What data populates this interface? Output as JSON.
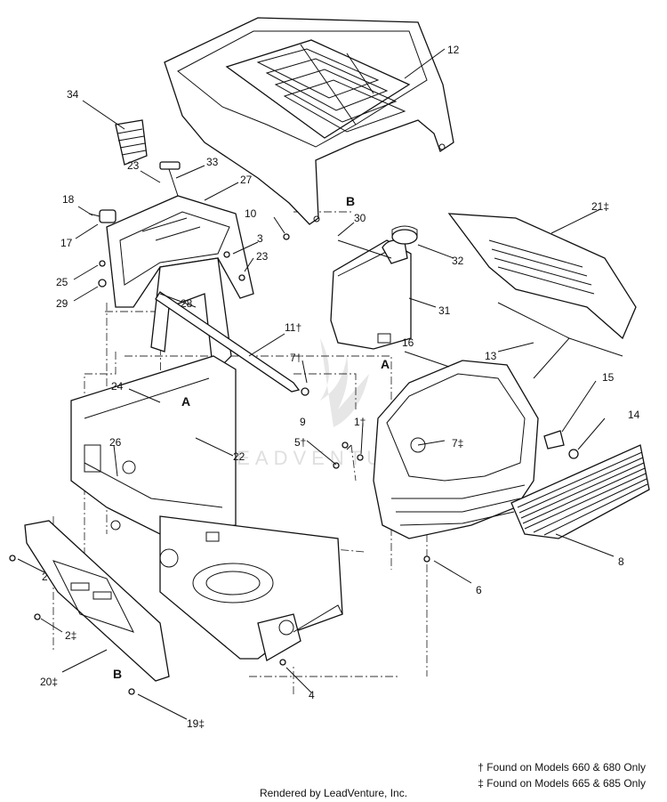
{
  "diagram": {
    "part_labels": {
      "p1": "1†",
      "p2a": "2",
      "p2b": "2‡",
      "p3": "3",
      "p4": "4",
      "p5": "5†",
      "p6": "6",
      "p7a": "7†",
      "p7b": "7‡",
      "p8": "8",
      "p9": "9",
      "p10": "10",
      "p11": "11†",
      "p12": "12",
      "p13": "13",
      "p14": "14",
      "p15": "15",
      "p16": "16",
      "p17": "17",
      "p18": "18",
      "p19": "19‡",
      "p20": "20‡",
      "p21": "21‡",
      "p22": "22",
      "p23a": "23",
      "p23b": "23",
      "p24": "24",
      "p25": "25",
      "p26": "26",
      "p27": "27",
      "p28": "28",
      "p29": "29",
      "p30": "30",
      "p31": "31",
      "p32": "32",
      "p33": "33",
      "p34": "34"
    },
    "reference_letters": {
      "a1": "A",
      "a2": "A",
      "b1": "B",
      "b2": "B"
    },
    "watermark": "LEADVENTURE"
  },
  "footnotes": {
    "dagger": "† Found on Models 660 & 680 Only",
    "double_dagger": "‡ Found on Models 665 & 685 Only"
  },
  "credit": "Rendered by LeadVenture, Inc."
}
